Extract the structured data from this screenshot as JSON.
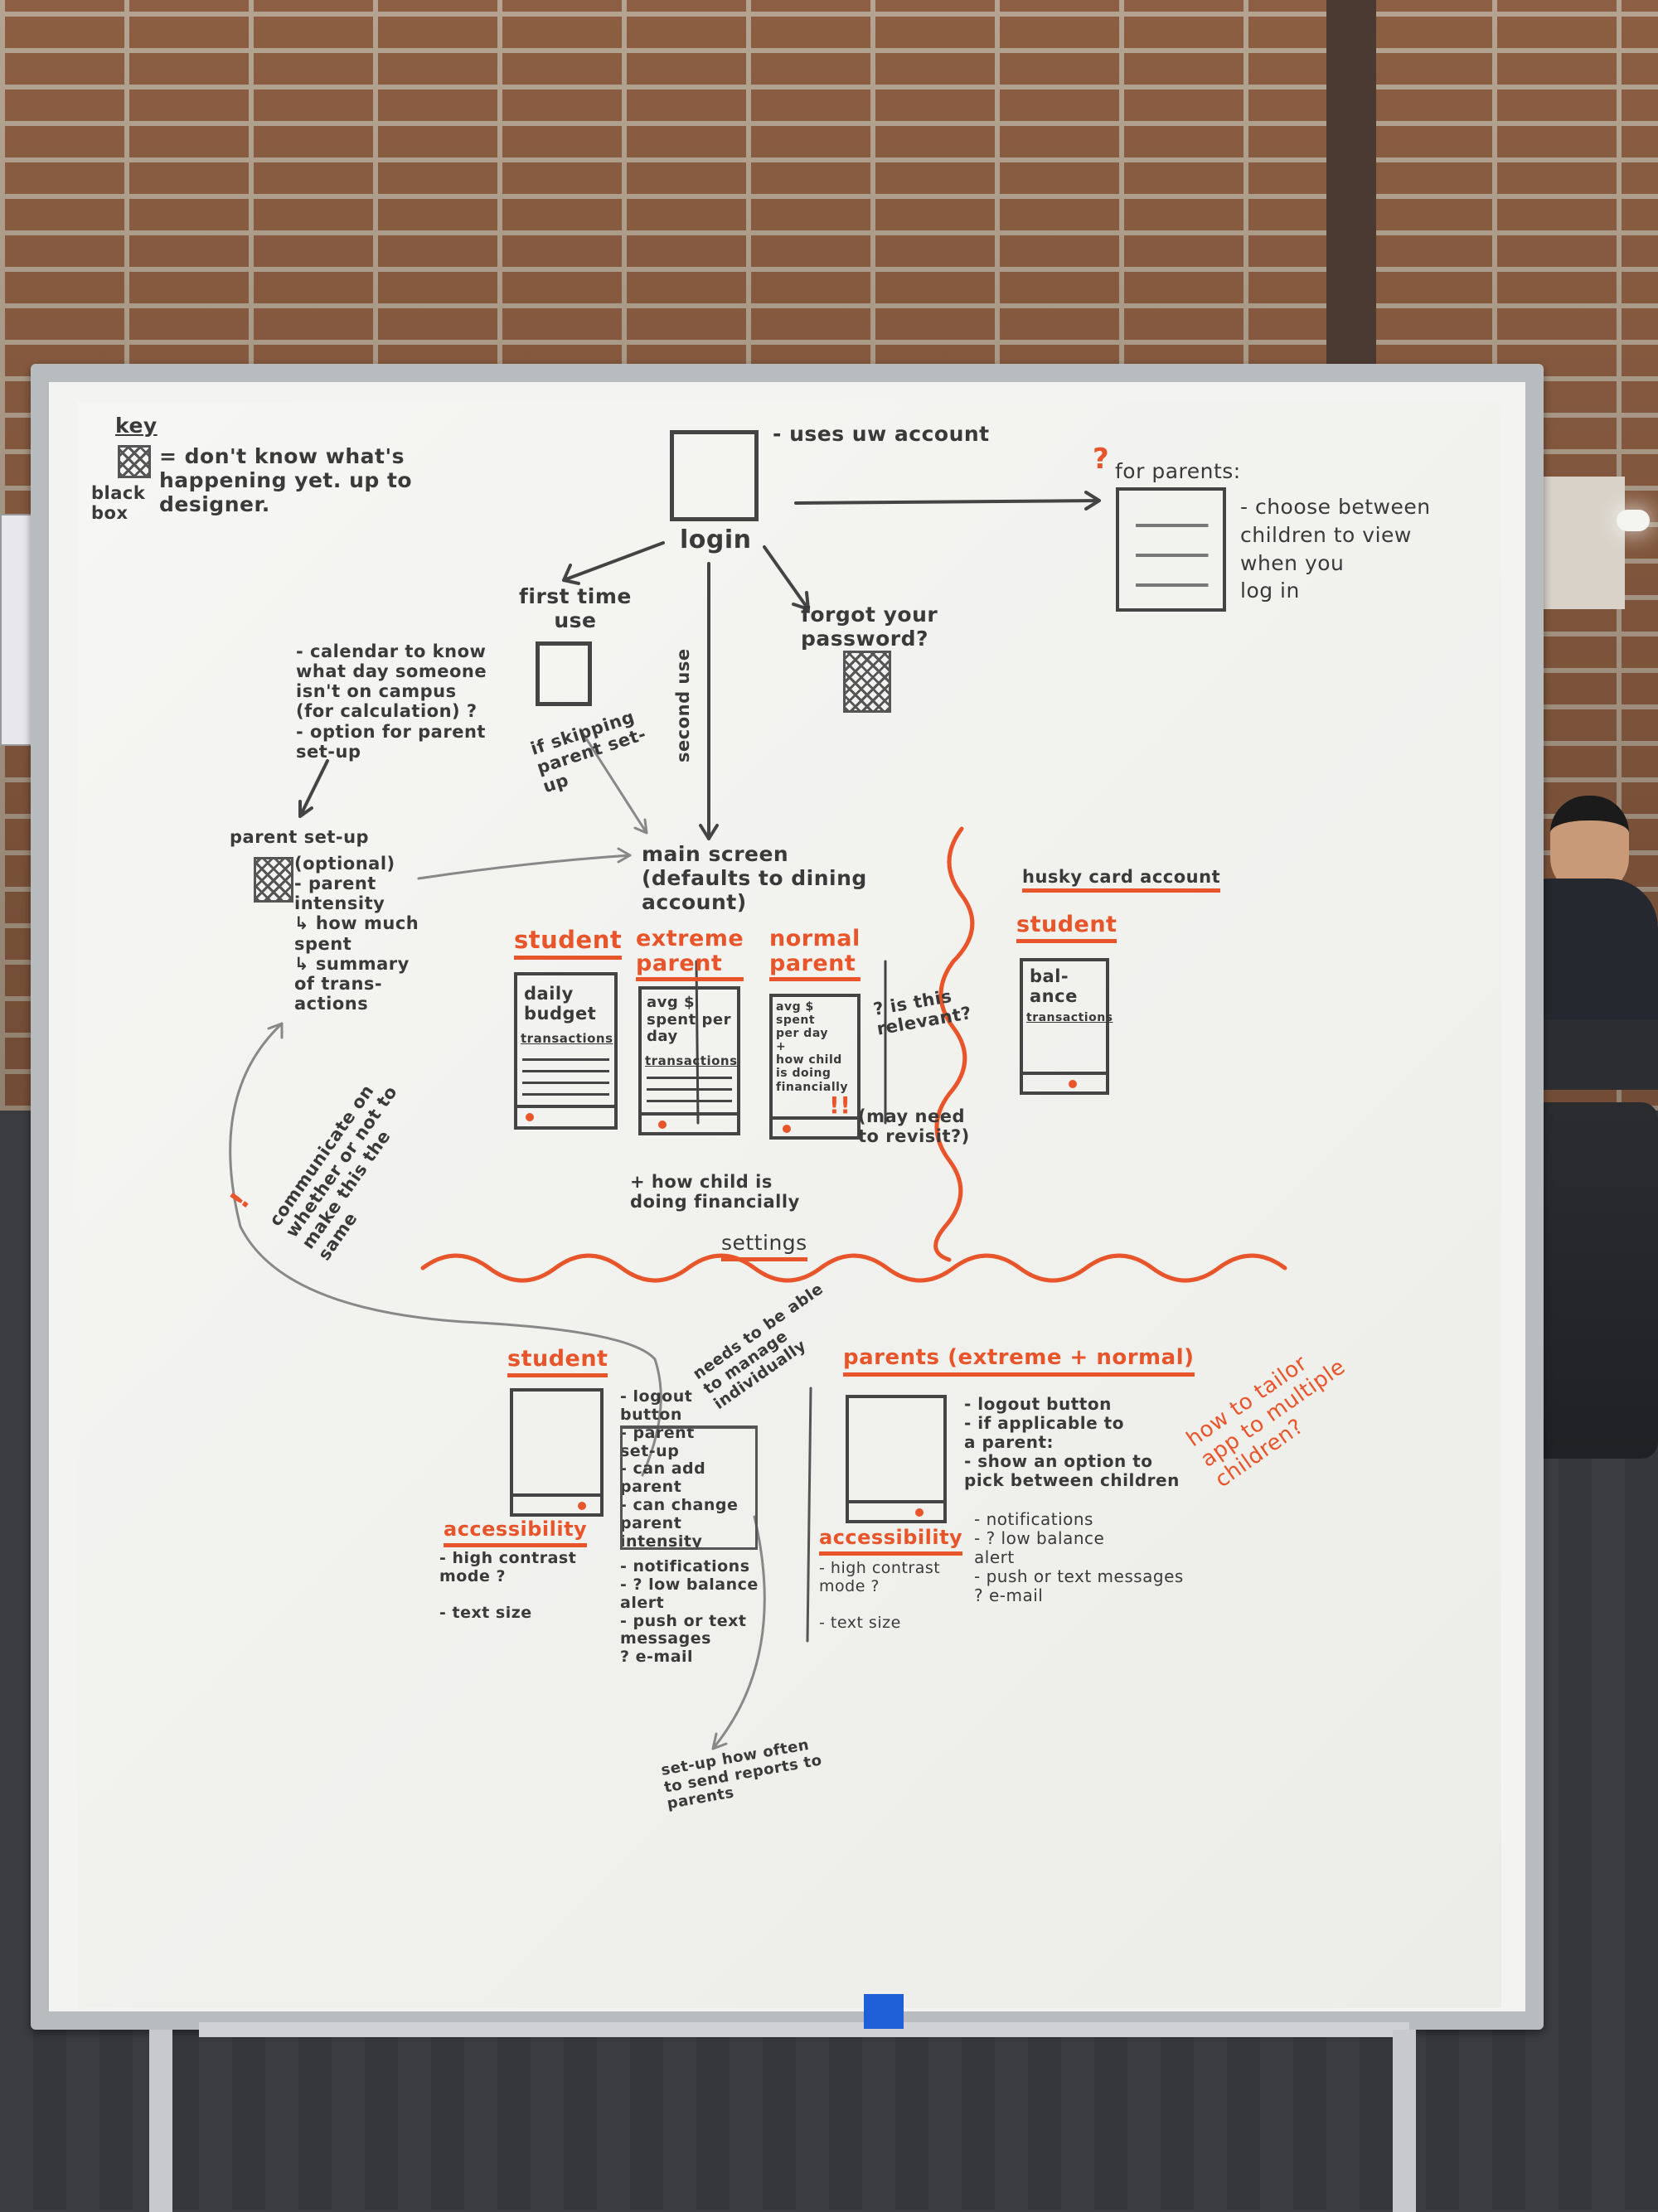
{
  "key": {
    "title": "key",
    "label": "black\nbox",
    "meaning": "= don't know what's\nhappening yet. up to\ndesigner."
  },
  "login": {
    "label": "login",
    "note": "- uses uw account"
  },
  "for_parents": {
    "mark": "?",
    "title": "for parents:",
    "note": "- choose between\nchildren to view\nwhen you\nlog in"
  },
  "first_time": {
    "label": "first time\nuse",
    "notes": "- calendar to know\nwhat day someone\nisn't on campus\n(for calculation) ?\n- option for parent\nset-up"
  },
  "second_use": "second use",
  "forgot": "forgot your\npassword?",
  "skip": "if skipping\nparent set-\nup",
  "parent_setup": {
    "title": "parent set-up",
    "notes": "(optional)\n- parent\nintensity\n↳ how much\nspent\n↳ summary\nof trans-\nactions"
  },
  "communicate": {
    "mark": "!",
    "text": "communicate on\nwhether or not to\nmake this the\nsame"
  },
  "main_screen": {
    "title": "main screen\n(defaults to dining\naccount)",
    "columns": [
      {
        "header": "student",
        "screen": "daily\nbudget",
        "sub": "transactions"
      },
      {
        "header": "extreme\nparent",
        "screen": "avg $\nspent per\nday",
        "sub": "transactions"
      },
      {
        "header": "normal\nparent",
        "screen": "avg $ spent\nper day\n+\nhow child\nis doing\nfinancially",
        "sub": ""
      }
    ],
    "relevant": "? is this\nrelevant?",
    "revisit_mark": "!!",
    "revisit": "(may need\nto revisit?)",
    "child_note": "+ how child is\ndoing financially"
  },
  "husky": {
    "title": "husky card account",
    "header": "student",
    "screen": "bal-\nance",
    "sub": "transactions"
  },
  "settings": {
    "title": "settings",
    "student": {
      "header": "student",
      "items": "- logout\nbutton\n- parent\nset-up\n- can add\nparent\n- can change\nparent\nintensity",
      "notifications": "- notifications\n- ? low balance\nalert\n- push or text\nmessages\n? e-mail",
      "accessibility": "accessibility",
      "acc_items": "- high contrast\nmode ?\n\n- text size"
    },
    "manage_note": "needs to be able\nto manage\nindividually",
    "parents": {
      "header": "parents (extreme + normal)",
      "items": "- logout button\n- if applicable to\na parent:\n- show an option to\npick between children",
      "notifications": "- notifications\n- ? low balance\nalert\n- push or text messages\n? e-mail",
      "accessibility": "accessibility",
      "acc_items": "- high contrast\nmode ?\n\n- text size"
    },
    "tailor": "how to tailor\napp to multiple\nchildren?",
    "reports": "set-up how often\nto send reports to\nparents"
  },
  "colors": {
    "marker_black": "#3a3a3a",
    "marker_orange": "#e8552a",
    "tape": "#1f5fd8"
  }
}
